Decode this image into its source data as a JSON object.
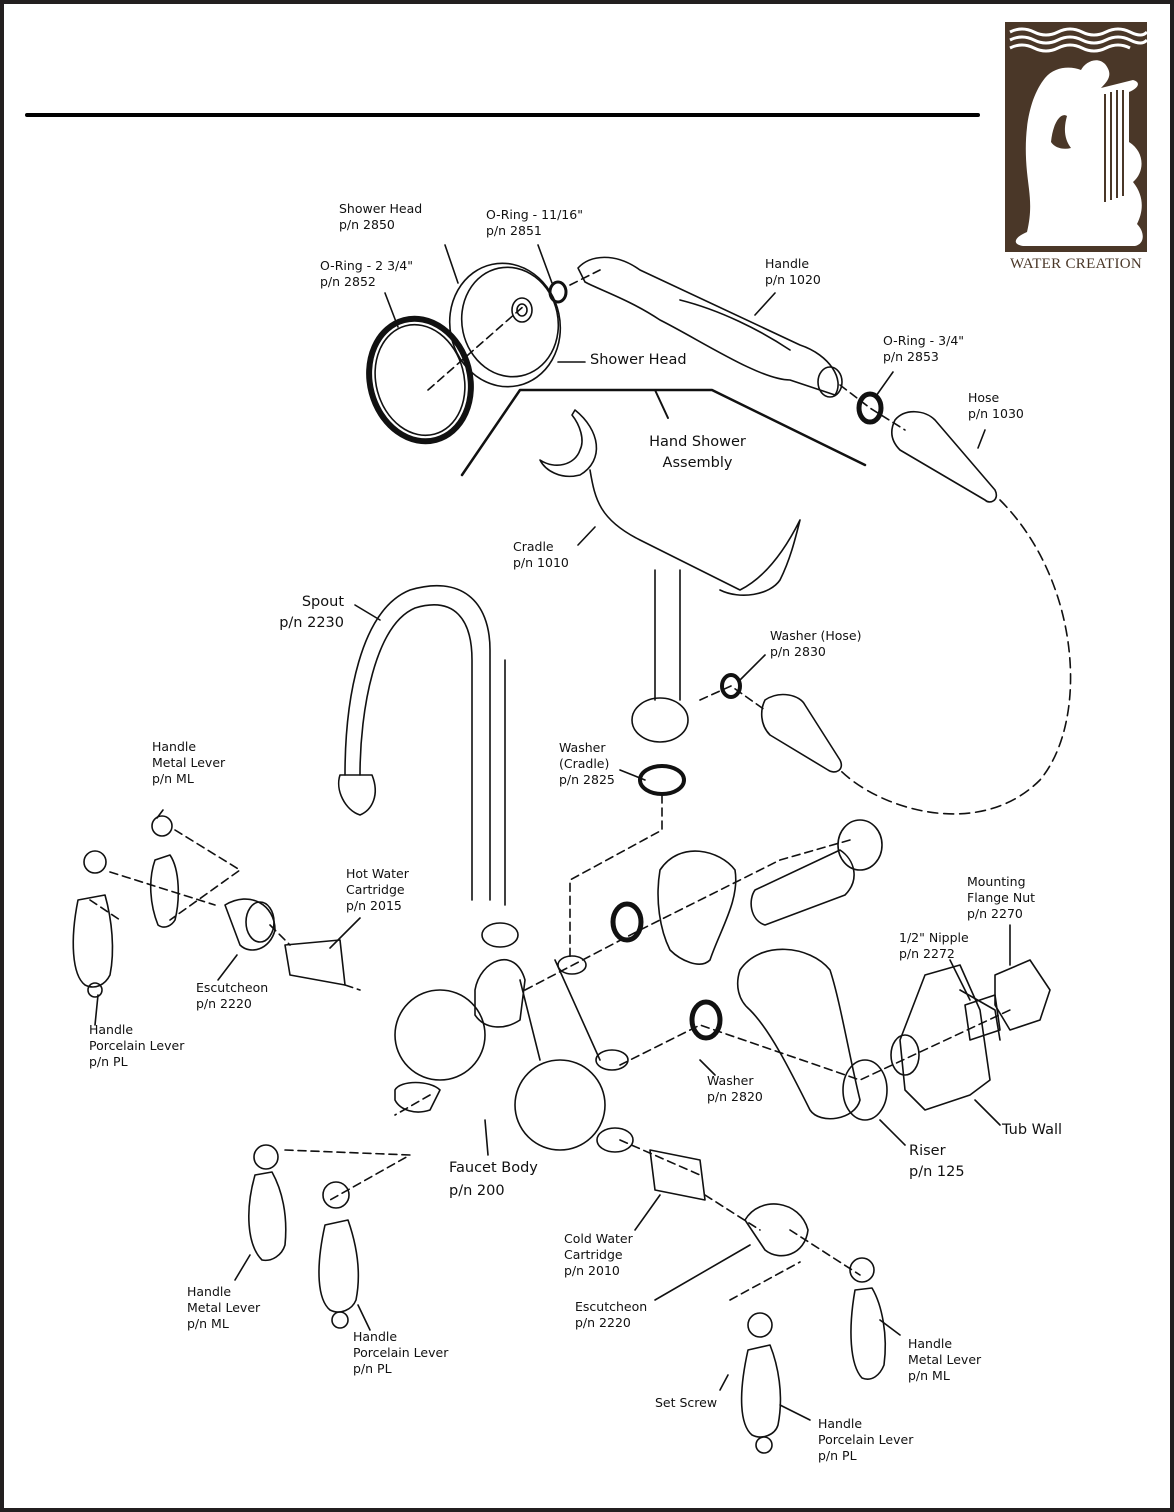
{
  "brand": {
    "name": "WATER CREATION",
    "logo_icon": "kneeling-figure-with-harp-logo",
    "logo_color": "#4a3728"
  },
  "diagram": {
    "title": "Exploded parts diagram",
    "labels": {
      "shower_head_part": {
        "line1": "Shower Head",
        "line2": "p/n 2850"
      },
      "oring_1116": {
        "line1": "O-Ring - 11/16\"",
        "line2": "p/n 2851"
      },
      "oring_234": {
        "line1": "O-Ring - 2 3/4\"",
        "line2": "p/n 2852"
      },
      "handle_hand": {
        "line1": "Handle",
        "line2": "p/n 1020"
      },
      "oring_34": {
        "line1": "O-Ring - 3/4\"",
        "line2": "p/n 2853"
      },
      "hose": {
        "line1": "Hose",
        "line2": "p/n 1030"
      },
      "shower_head_callout": {
        "line1": "Shower Head"
      },
      "hand_shower_assembly": {
        "line1": "Hand Shower",
        "line2": "Assembly"
      },
      "cradle": {
        "line1": "Cradle",
        "line2": "p/n 1010"
      },
      "spout": {
        "line1": "Spout",
        "line2": "p/n 2230"
      },
      "washer_hose": {
        "line1": "Washer (Hose)",
        "line2": "p/n 2830"
      },
      "washer_cradle": {
        "line1": "Washer",
        "line2": "(Cradle)",
        "line3": "p/n 2825"
      },
      "handle_ml_top": {
        "line1": "Handle",
        "line2": "Metal Lever",
        "line3": "p/n ML"
      },
      "hot_cartridge": {
        "line1": "Hot Water",
        "line2": "Cartridge",
        "line3": "p/n 2015"
      },
      "escutcheon_left": {
        "line1": "Escutcheon",
        "line2": "p/n 2220"
      },
      "handle_pl_left": {
        "line1": "Handle",
        "line2": "Porcelain Lever",
        "line3": "p/n PL"
      },
      "mounting_flange_nut": {
        "line1": "Mounting",
        "line2": "Flange Nut",
        "line3": "p/n 2270"
      },
      "nipple": {
        "line1": "1/2\" Nipple",
        "line2": "p/n 2272"
      },
      "washer_2820": {
        "line1": "Washer",
        "line2": "p/n 2820"
      },
      "tub_wall": {
        "line1": "Tub Wall"
      },
      "riser": {
        "line1": "Riser",
        "line2": "p/n 125"
      },
      "faucet_body": {
        "line1": "Faucet Body",
        "line2": "p/n 200"
      },
      "handle_ml_bottom_left": {
        "line1": "Handle",
        "line2": "Metal Lever",
        "line3": "p/n ML"
      },
      "handle_pl_bottom_left": {
        "line1": "Handle",
        "line2": "Porcelain Lever",
        "line3": "p/n PL"
      },
      "cold_cartridge": {
        "line1": "Cold Water",
        "line2": "Cartridge",
        "line3": "p/n 2010"
      },
      "escutcheon_right": {
        "line1": "Escutcheon",
        "line2": "p/n 2220"
      },
      "handle_ml_bottom_right": {
        "line1": "Handle",
        "line2": "Metal Lever",
        "line3": "p/n ML"
      },
      "set_screw": {
        "line1": "Set Screw"
      },
      "handle_pl_bottom_right": {
        "line1": "Handle",
        "line2": "Porcelain Lever",
        "line3": "p/n PL"
      }
    }
  }
}
